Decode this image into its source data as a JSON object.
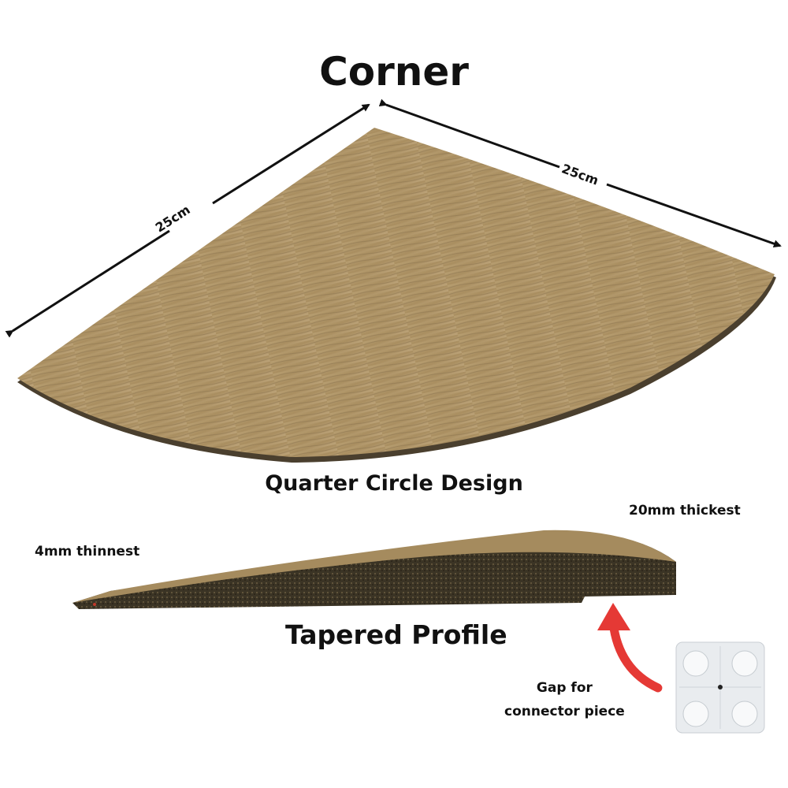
{
  "title": "Corner",
  "dimensions": {
    "left": "25cm",
    "right": "25cm"
  },
  "top_view_caption": "Quarter Circle Design",
  "profile": {
    "thickest": "20mm thickest",
    "thinnest": "4mm thinnest",
    "caption": "Tapered Profile"
  },
  "connector": {
    "line1": "Gap for",
    "line2": "connector piece"
  },
  "colors": {
    "wood": "#b59a6c",
    "core": "#3b3425",
    "arrow": "#e53935"
  }
}
